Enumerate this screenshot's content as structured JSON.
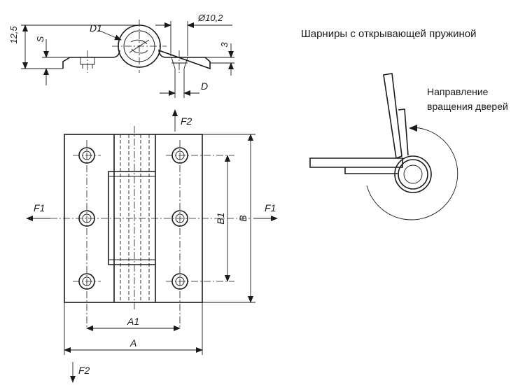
{
  "title": "Шарниры с открывающей пружиной",
  "caption_line1": "Направление",
  "caption_line2": "вращения дверей",
  "labels": {
    "d_12_5": "12,5",
    "s": "S",
    "d1": "D1",
    "d_10_2": "Ø10,2",
    "d_3": "3",
    "d": "D",
    "f2_top": "F2",
    "f2_bottom": "F2",
    "f1_left": "F1",
    "f1_right": "F1",
    "b1": "B1",
    "b": "B",
    "a1": "A1",
    "a": "A"
  }
}
